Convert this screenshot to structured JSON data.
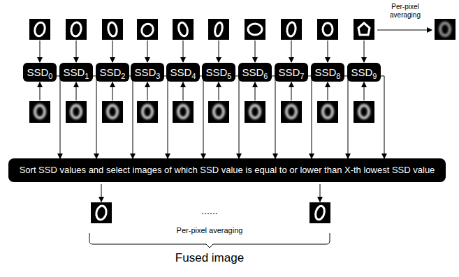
{
  "diagram": {
    "nodes": [
      {
        "text": [
          "SSD",
          "0"
        ]
      },
      {
        "text": [
          "SSD",
          "1"
        ]
      },
      {
        "text": [
          "SSD",
          "2"
        ]
      },
      {
        "text": [
          "SSD",
          "3"
        ]
      },
      {
        "text": [
          "SSD",
          "4"
        ]
      },
      {
        "text": [
          "SSD",
          "5"
        ]
      },
      {
        "text": [
          "SSD",
          "6"
        ]
      },
      {
        "text": [
          "SSD",
          "7"
        ]
      },
      {
        "text": [
          "SSD",
          "8"
        ]
      },
      {
        "text": [
          "SSD",
          "9"
        ]
      },
      {
        "text": [
          "Sort SSD values and select images of which SSD value is equal to or lower than X-th lowest SSD value"
        ]
      }
    ],
    "edges": [
      {
        "from": 0,
        "to": 10,
        "arrow": "to"
      },
      {
        "from": 1,
        "to": 10,
        "arrow": "to"
      },
      {
        "from": 2,
        "to": 10,
        "arrow": "to"
      },
      {
        "from": 3,
        "to": 10,
        "arrow": "to"
      },
      {
        "from": 4,
        "to": 10,
        "arrow": "to"
      },
      {
        "from": 5,
        "to": 10,
        "arrow": "to"
      },
      {
        "from": 6,
        "to": 10,
        "arrow": "to"
      },
      {
        "from": 7,
        "to": 10,
        "arrow": "to"
      },
      {
        "from": 8,
        "to": 10,
        "arrow": "to"
      },
      {
        "from": 9,
        "to": 10,
        "arrow": "to"
      }
    ],
    "labels": [
      "Per-pixel averaging",
      "......",
      "Per-pixel averaging",
      "Fused image"
    ]
  }
}
